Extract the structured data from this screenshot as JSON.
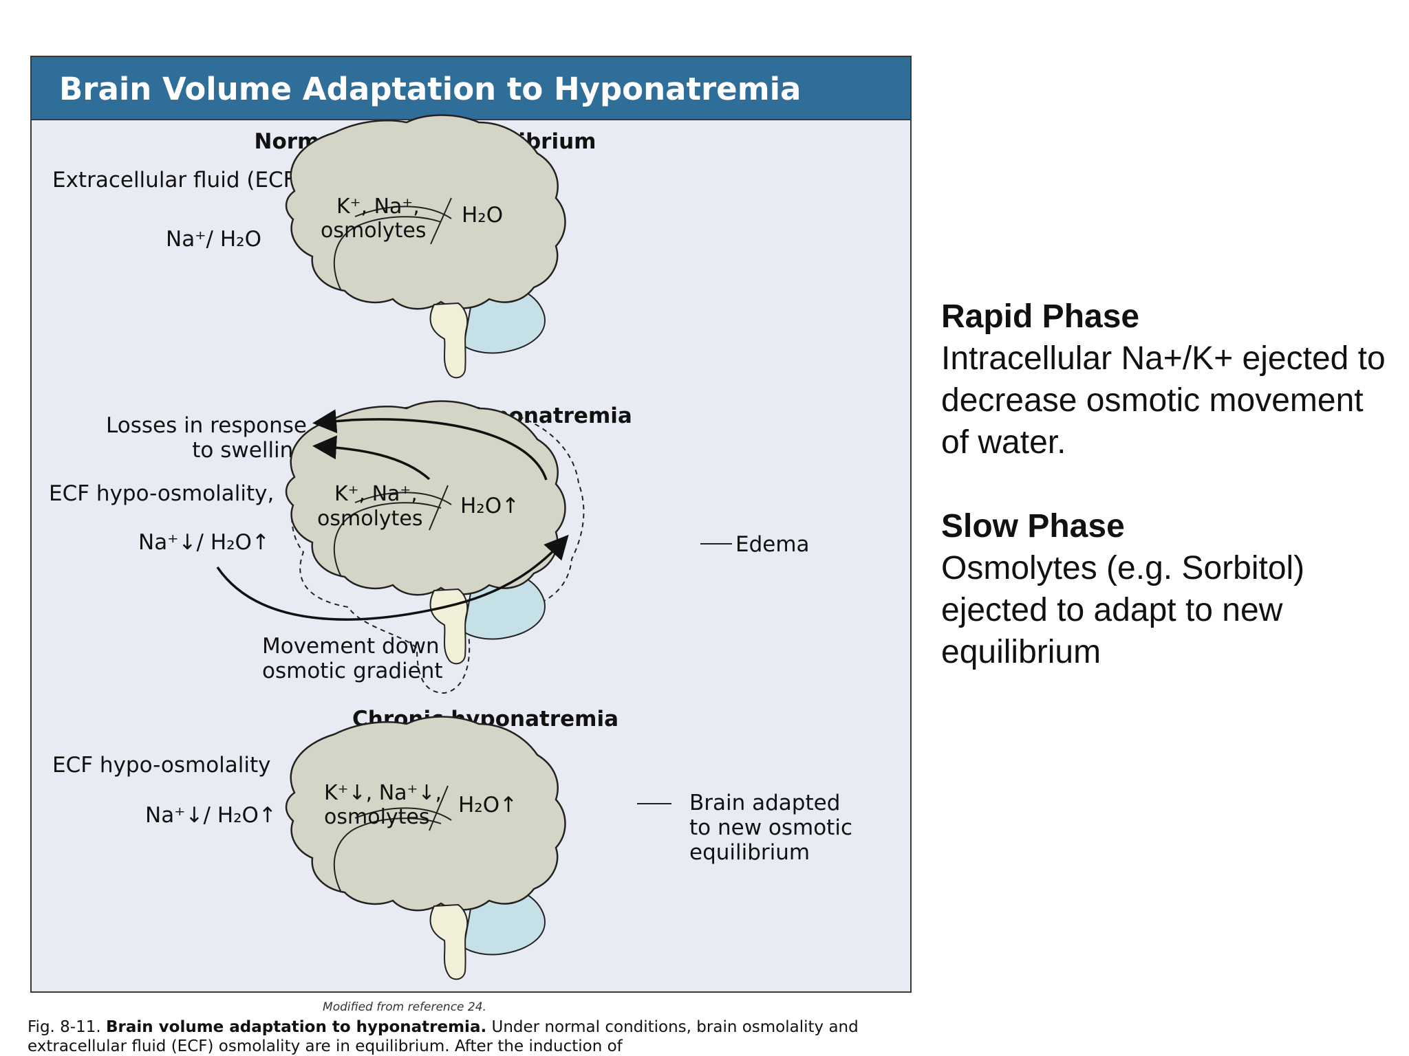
{
  "figure": {
    "title": "Brain Volume Adaptation to Hyponatremia",
    "panels": [
      {
        "heading": "Normonatremia: equilibrium",
        "ecf_label": "Extracellular fluid (ECF)",
        "ecf_formula": "Na⁺/ H₂O",
        "brain_ions_line1": "K⁺, Na⁺,",
        "brain_ions_line2": "osmolytes",
        "brain_water": "H₂O"
      },
      {
        "heading": "Acute hyponatremia",
        "losses_line1": "Losses in response",
        "losses_line2": "to swelling",
        "ecf_label": "ECF hypo-osmolality,",
        "ecf_formula": "Na⁺↓/ H₂O↑",
        "brain_ions_line1": "K⁺, Na⁺,",
        "brain_ions_line2": "osmolytes",
        "brain_water": "H₂O↑",
        "edema_label": "Edema",
        "movement_line1": "Movement down",
        "movement_line2": "osmotic gradient"
      },
      {
        "heading": "Chronic hyponatremia",
        "ecf_label": "ECF hypo-osmolality",
        "ecf_formula": "Na⁺↓/ H₂O↑",
        "brain_ions_line1": "K⁺↓, Na⁺↓,",
        "brain_ions_line2": "osmolytes",
        "brain_water": "H₂O↑",
        "adapted_line1": "Brain adapted",
        "adapted_line2": "to new osmotic",
        "adapted_line3": "equilibrium"
      }
    ],
    "source_note": "Modified from reference 24.",
    "caption_prefix": "Fig. 8-11.",
    "caption_bold": "Brain volume adaptation to hyponatremia.",
    "caption_rest": "Under normal conditions, brain osmolality and extracellular fluid (ECF) osmolality are in equilibrium. After the induction of"
  },
  "notes": {
    "rapid_heading": "Rapid Phase",
    "rapid_text": "Intracellular Na+/K+  ejected to decrease osmotic movement of water.",
    "slow_heading": "Slow Phase",
    "slow_text": "Osmolytes (e.g. Sorbitol) ejected to adapt to new equilibrium"
  },
  "colors": {
    "title_bar": "#2f6e98",
    "panel_bg": "#e9ebf4",
    "brain_fill": "#d4d5c6",
    "cerebellum_fill": "#c6e0e7",
    "brainstem_fill": "#f2efd9"
  }
}
